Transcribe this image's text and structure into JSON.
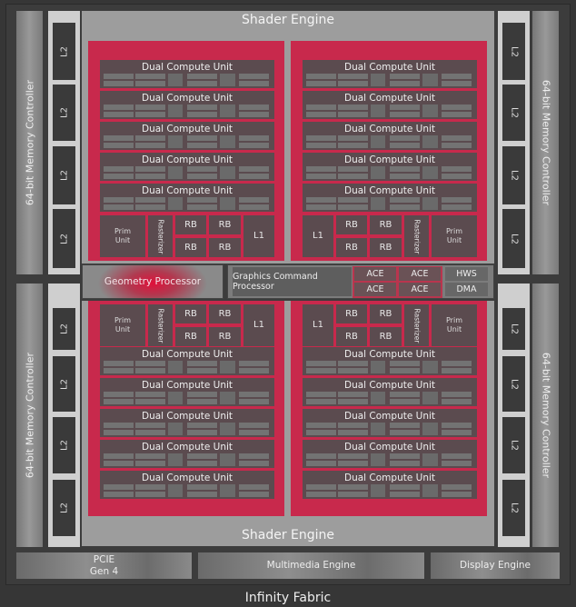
{
  "title": "Infinity Fabric",
  "memory_controllers": [
    "64-bit Memory Controller",
    "64-bit Memory Controller",
    "64-bit Memory Controller",
    "64-bit Memory Controller"
  ],
  "l2_label": "L2",
  "shader_engines": [
    {
      "title": "Shader Engine"
    },
    {
      "title": "Shader Engine"
    }
  ],
  "shader_array": {
    "dcu_labels": [
      "Dual Compute Unit",
      "Dual Compute Unit",
      "Dual Compute Unit",
      "Dual Compute Unit",
      "Dual Compute Unit"
    ],
    "prim_unit": "Prim Unit",
    "rasterizer": "Rasterizer",
    "rb_labels": [
      "RB",
      "RB",
      "RB",
      "RB"
    ],
    "l1": "L1"
  },
  "middle": {
    "geometry_processor": "Geometry Processor",
    "graphics_command_processor": "Graphics Command Processor",
    "ace_labels": [
      "ACE",
      "ACE",
      "ACE",
      "ACE"
    ],
    "hws": "HWS",
    "dma": "DMA"
  },
  "io": {
    "pcie": "PCIE Gen 4",
    "multimedia": "Multimedia Engine",
    "display": "Display Engine"
  },
  "colors": {
    "accent_red": "#c8294c",
    "unit_fill": "#5b4b4f",
    "engine_grey": "#9d9d9d"
  }
}
